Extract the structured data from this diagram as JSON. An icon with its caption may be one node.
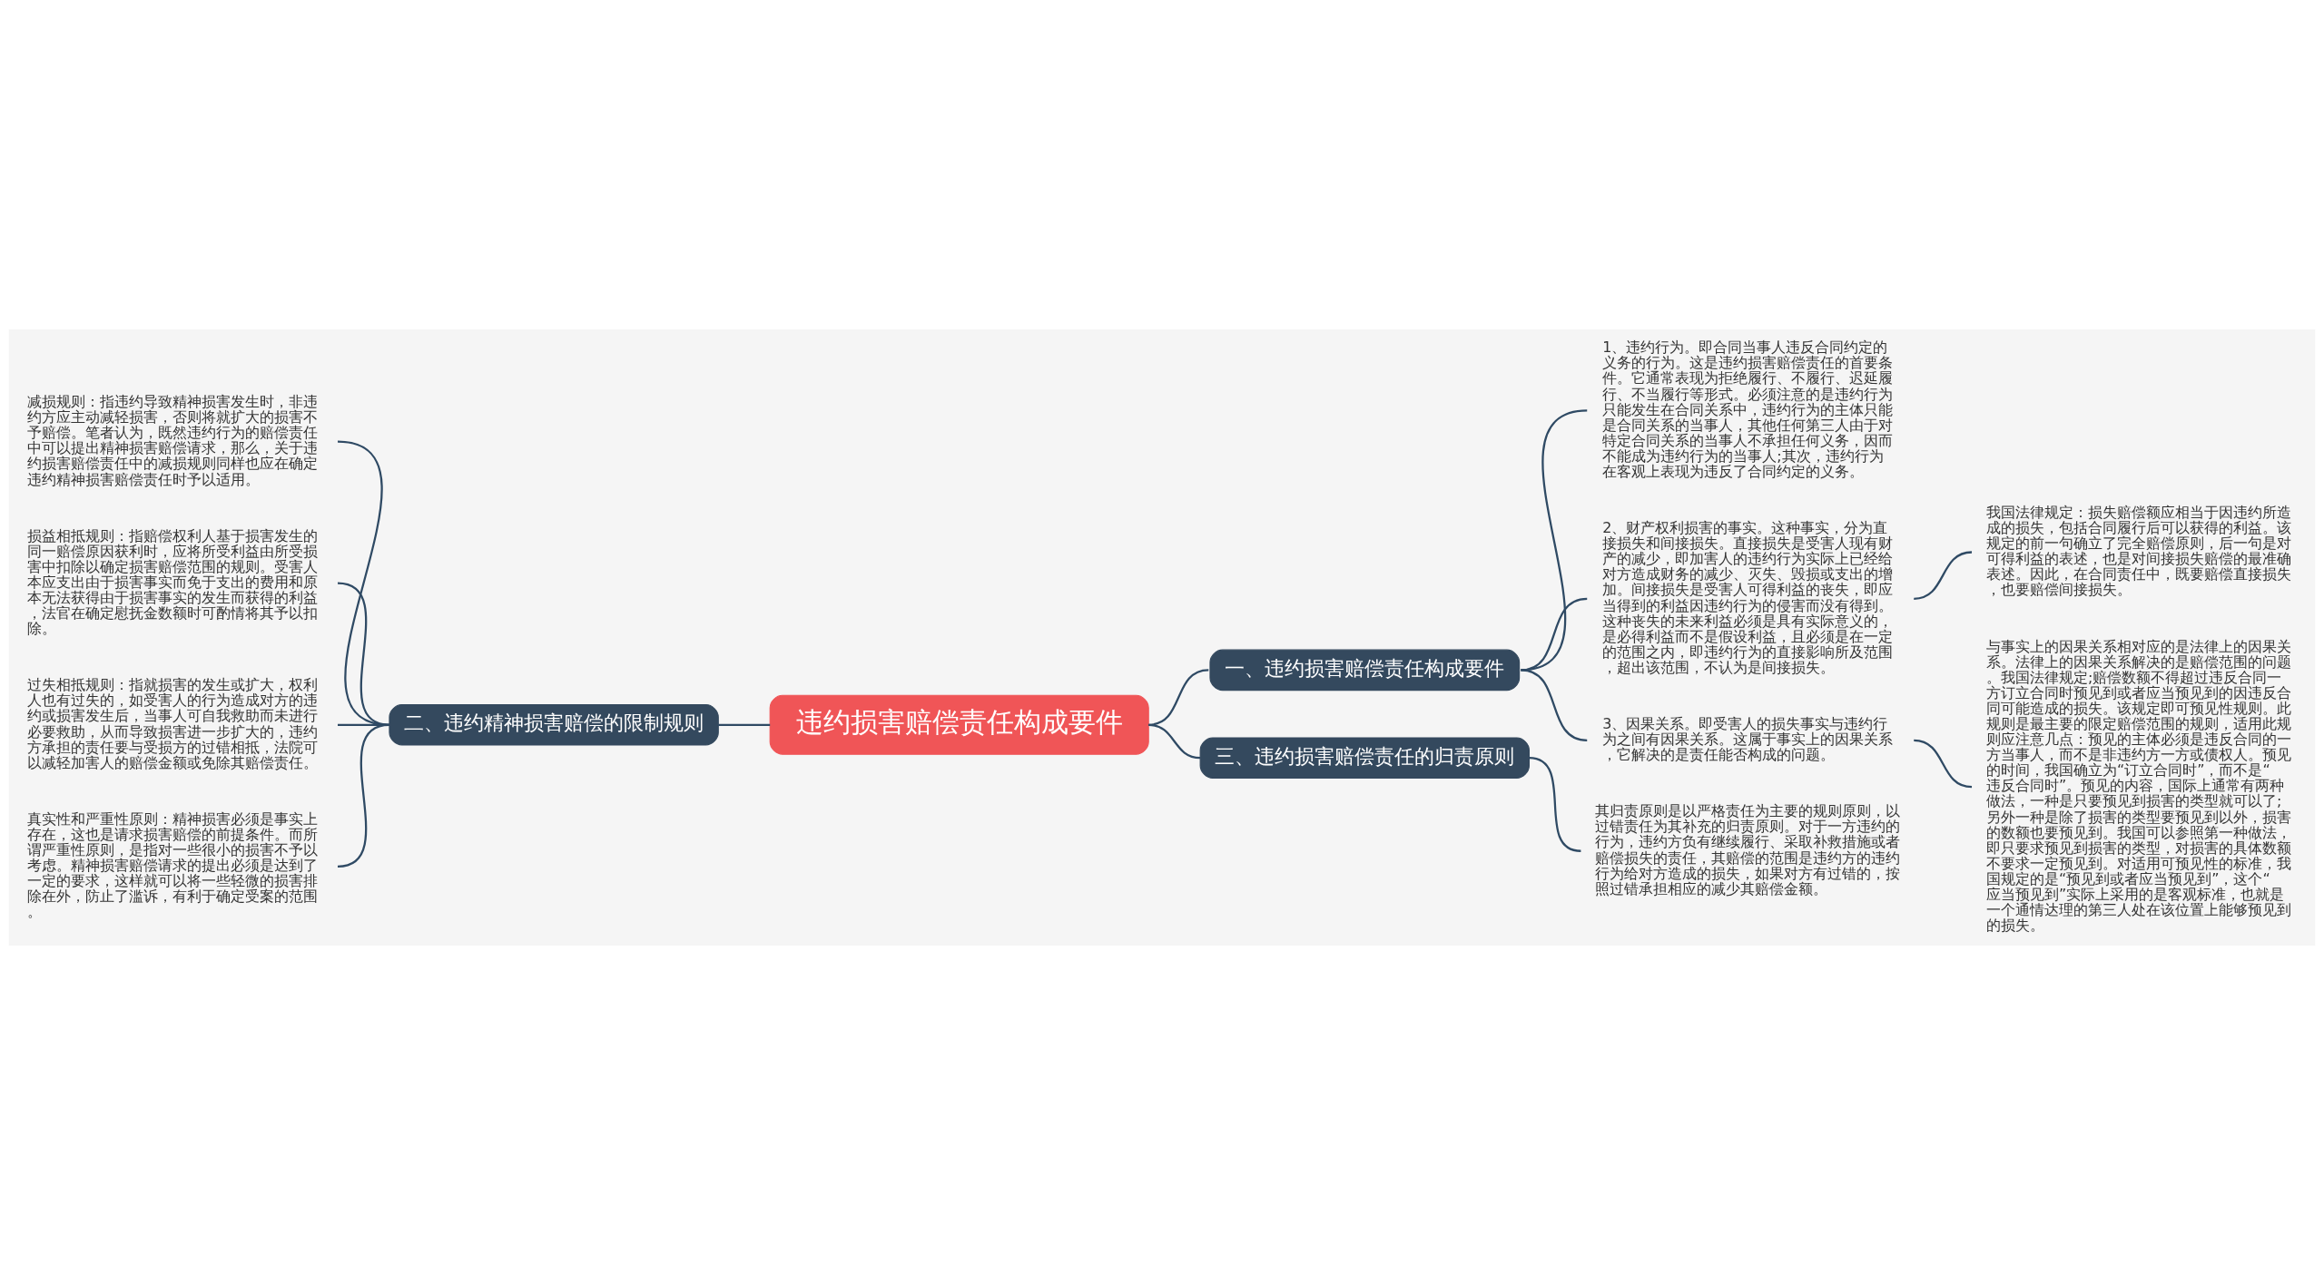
{
  "diagram": {
    "nodes": [
      {
        "text": [
          "违约损害赔偿责任构成要件"
        ]
      },
      {
        "text": [
          "一、违约损害赔偿责任构成要件"
        ]
      },
      {
        "text": [
          "1、违约行为。即合同当事人违反合同约定的义务的行为。这是违约损害赔偿责任的首要条件。它通常表现为拒绝履行、不履行、迟延履行、不当履行等形式。必须注意的是违约行为只能发生在合同关系中，违约行为的主体只能是合同关系的当事人，其他任何第三人由于对特定合同关系的当事人不承担任何义务，因而不能成为违约行为的当事人;其次，违约行为在客观上表现为违反了合同约定的义务。"
        ]
      },
      {
        "text": [
          "2、财产权利损害的事实。这种事实，分为直接损失和间接损失。直接损失是受害人现有财产的减少，即加害人的违约行为实际上已经给对方造成财务的减少、灭失、毁损或支出的增加。间接损失是受害人可得利益的丧失，即应当得到的利益因违约行为的侵害而没有得到。这种丧失的未来利益必须是具有实际意义的，是必得利益而不是假设利益，且必须是在一定的范围之内，即违约行为的直接影响所及范围，超出该范围，不认为是间接损失。"
        ]
      },
      {
        "text": [
          "我国法律规定：损失赔偿额应相当于因违约所造成的损失，包括合同履行后可以获得的利益。该规定的前一句确立了完全赔偿原则，后一句是对可得利益的表述，也是对间接损失赔偿的最准确表述。因此，在合同责任中，既要赔偿直接损失，也要赔偿间接损失。"
        ]
      },
      {
        "text": [
          "3、因果关系。即受害人的损失事实与违约行为之间有因果关系。这属于事实上的因果关系，它解决的是责任能否构成的问题。"
        ]
      },
      {
        "text": [
          "与事实上的因果关系相对应的是法律上的因果关系。法律上的因果关系解决的是赔偿范围的问题。我国法律规定;赔偿数额不得超过违反合同一方订立合同时预见到或者应当预见到的因违反合同可能造成的损失。该规定即可预见性规则。此规则是最主要的限定赔偿范围的规则，适用此规则应注意几点：预见的主体必须是违反合同的一方当事人，而不是非违约方一方或债权人。预见的时间，我国确立为“订立合同时”，而不是“违反合同时”。预见的内容，国际上通常有两种做法，一种是只要预见到损害的类型就可以了;另外一种是除了损害的类型要预见到以外，损害的数额也要预见到。我国可以参照第一种做法，即只要求预见到损害的类型，对损害的具体数额不要求一定预见到。对适用可预见性的标准，我国规定的是“预见到或者应当预见到”，这个“应当预见到”实际上采用的是客观标准，也就是一个通情达理的第三人处在该位置上能够预见到的损失。"
        ]
      },
      {
        "text": [
          "二、违约精神损害赔偿的限制规则"
        ]
      },
      {
        "text": [
          "减损规则：指违约导致精神损害发生时，非违约方应主动减轻损害，否则将就扩大的损害不予赔偿。笔者认为，既然违约行为的赔偿责任中可以提出精神损害赔偿请求，那么，关于违约损害赔偿责任中的减损规则同样也应在确定违约精神损害赔偿责任时予以适用。"
        ]
      },
      {
        "text": [
          "损益相抵规则：指赔偿权利人基于损害发生的同一赔偿原因获利时，应将所受利益由所受损害中扣除以确定损害赔偿范围的规则。受害人本应支出由于损害事实而免于支出的费用和原本无法获得由于损害事实的发生而获得的利益，法官在确定慰抚金数额时可酌情将其予以扣除。"
        ]
      },
      {
        "text": [
          "过失相抵规则：指就损害的发生或扩大，权利人也有过失的，如受害人的行为造成对方的违约或损害发生后，当事人可自我救助而未进行必要救助，从而导致损害进一步扩大的，违约方承担的责任要与受损方的过错相抵，法院可以减轻加害人的赔偿金额或免除其赔偿责任。"
        ]
      },
      {
        "text": [
          "真实性和严重性原则：精神损害必须是事实上存在，这也是请求损害赔偿的前提条件。而所谓严重性原则，是指对一些很小的损害不予以考虑。精神损害赔偿请求的提出必须是达到了一定的要求，这样就可以将一些轻微的损害排除在外，防止了滥诉，有利于确定受案的范围。"
        ]
      },
      {
        "text": [
          "三、违约损害赔偿责任的归责原则"
        ]
      },
      {
        "text": [
          "其归责原则是以严格责任为主要的规则原则，以过错责任为其补充的归责原则。对于一方违约的行为，违约方负有继续履行、采取补救措施或者赔偿损失的责任，其赔偿的范围是违约方的违约行为给对方造成的损失，如果对方有过错的，按照过错承担相应的减少其赔偿金额。"
        ]
      }
    ],
    "edges": [
      {
        "from": 0,
        "to": 1,
        "arrow": "none"
      },
      {
        "from": 1,
        "to": 2,
        "arrow": "none"
      },
      {
        "from": 1,
        "to": 3,
        "arrow": "none"
      },
      {
        "from": 3,
        "to": 4,
        "arrow": "none"
      },
      {
        "from": 1,
        "to": 5,
        "arrow": "none"
      },
      {
        "from": 5,
        "to": 6,
        "arrow": "none"
      },
      {
        "from": 0,
        "to": 7,
        "arrow": "none"
      },
      {
        "from": 7,
        "to": 8,
        "arrow": "none"
      },
      {
        "from": 7,
        "to": 9,
        "arrow": "none"
      },
      {
        "from": 7,
        "to": 10,
        "arrow": "none"
      },
      {
        "from": 7,
        "to": 11,
        "arrow": "none"
      },
      {
        "from": 0,
        "to": 12,
        "arrow": "none"
      },
      {
        "from": 12,
        "to": 13,
        "arrow": "none"
      }
    ]
  }
}
